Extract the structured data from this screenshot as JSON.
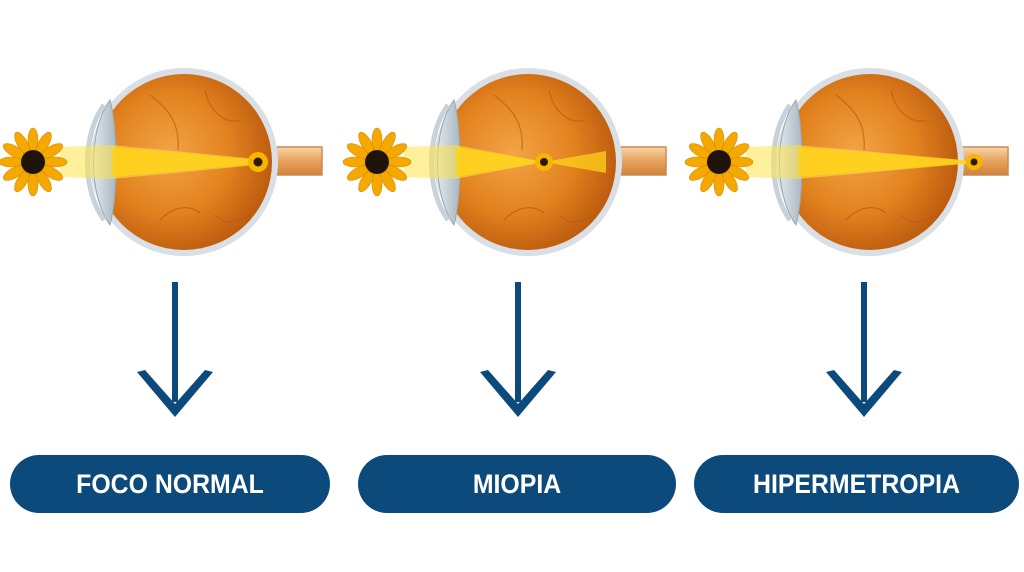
{
  "colors": {
    "pill": "#0d4a7c",
    "arrow": "#0d4a7c",
    "eye_orange": "#e07e1c",
    "beam": "#ffd21a",
    "petal": "#f5a800"
  },
  "panels": [
    {
      "label": "FOCO NORMAL",
      "focus": "retina"
    },
    {
      "label": "MIOPIA",
      "focus": "before-retina"
    },
    {
      "label": "HIPERMETROPIA",
      "focus": "behind-retina"
    }
  ]
}
